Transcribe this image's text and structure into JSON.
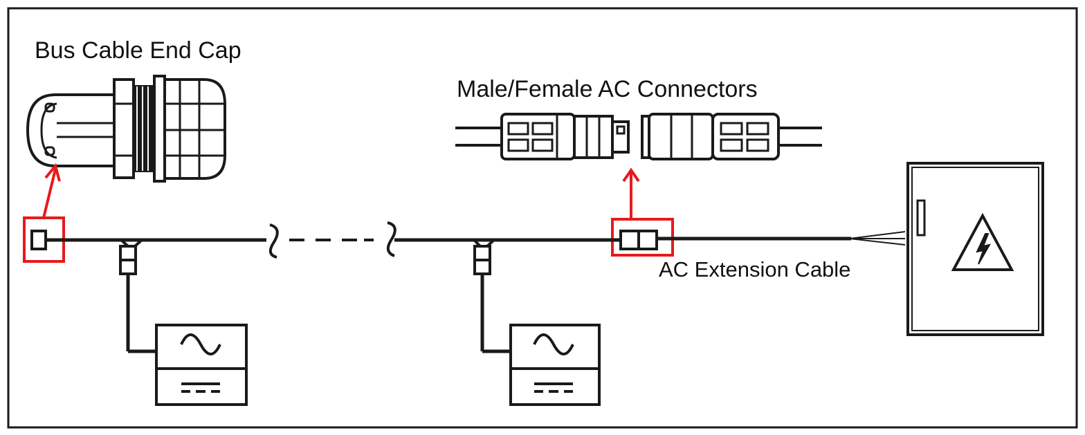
{
  "labels": {
    "end_cap": "Bus Cable End Cap",
    "connectors": "Male/Female AC Connectors",
    "extension": "AC Extension Cable"
  },
  "colors": {
    "line": "#1a1a1a",
    "highlight": "#e8191c",
    "background": "#ffffff"
  },
  "icons": [
    "end-cap-icon",
    "ac-connector-icon",
    "t-connector-icon",
    "microinverter-icon",
    "distribution-box-icon",
    "high-voltage-icon"
  ]
}
